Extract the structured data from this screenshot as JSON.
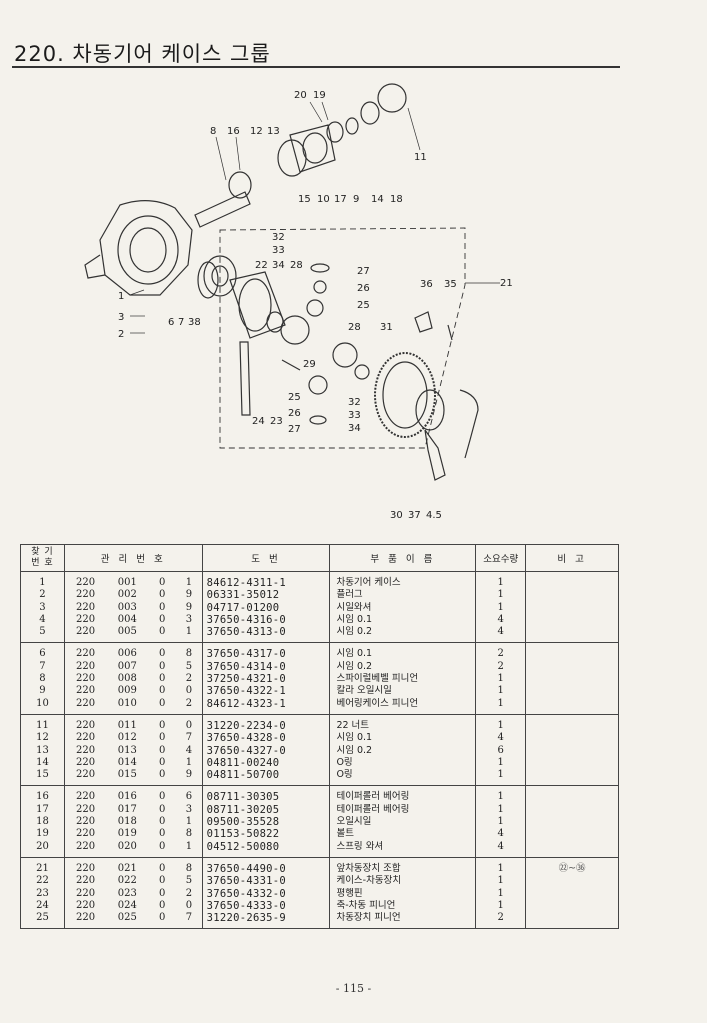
{
  "page": {
    "title": "220. 차동기어 케이스 그룹",
    "page_number": "- 115 -"
  },
  "diagram_labels": [
    "20",
    "19",
    "8",
    "16",
    "12",
    "13",
    "11",
    "15",
    "10",
    "17",
    "9",
    "14",
    "18",
    "32",
    "33",
    "22",
    "34",
    "28",
    "27",
    "26",
    "25",
    "36",
    "35",
    "21",
    "1",
    "3",
    "2",
    "6",
    "7",
    "38",
    "28",
    "31",
    "29",
    "32",
    "33",
    "34",
    "25",
    "26",
    "27",
    "24",
    "23",
    "30",
    "37",
    "4.5"
  ],
  "table": {
    "headers": {
      "no": "찾 기\n번 호",
      "mgmt": "관 리 번 호",
      "drawing": "도 번",
      "name": "부 품 이 름",
      "qty": "소요수량",
      "remark": "비 고"
    },
    "rows": [
      {
        "no": "1",
        "a": "220",
        "b": "001",
        "c": "0",
        "d": "1",
        "drawing": "84612-4311-1",
        "name": "차동기어 케이스",
        "qty": "1",
        "remark": ""
      },
      {
        "no": "2",
        "a": "220",
        "b": "002",
        "c": "0",
        "d": "9",
        "drawing": "06331-35012",
        "name": "플러그",
        "qty": "1",
        "remark": ""
      },
      {
        "no": "3",
        "a": "220",
        "b": "003",
        "c": "0",
        "d": "9",
        "drawing": "04717-01200",
        "name": "시일와셔",
        "qty": "1",
        "remark": ""
      },
      {
        "no": "4",
        "a": "220",
        "b": "004",
        "c": "0",
        "d": "3",
        "drawing": "37650-4316-0",
        "name": "시임 0.1",
        "qty": "4",
        "remark": ""
      },
      {
        "no": "5",
        "a": "220",
        "b": "005",
        "c": "0",
        "d": "1",
        "drawing": "37650-4313-0",
        "name": "시임 0.2",
        "qty": "4",
        "remark": ""
      },
      {
        "no": "6",
        "a": "220",
        "b": "006",
        "c": "0",
        "d": "8",
        "drawing": "37650-4317-0",
        "name": "시임 0.1",
        "qty": "2",
        "remark": ""
      },
      {
        "no": "7",
        "a": "220",
        "b": "007",
        "c": "0",
        "d": "5",
        "drawing": "37650-4314-0",
        "name": "시임 0.2",
        "qty": "2",
        "remark": ""
      },
      {
        "no": "8",
        "a": "220",
        "b": "008",
        "c": "0",
        "d": "2",
        "drawing": "37250-4321-0",
        "name": "스파이럴베벨 피니언",
        "qty": "1",
        "remark": ""
      },
      {
        "no": "9",
        "a": "220",
        "b": "009",
        "c": "0",
        "d": "0",
        "drawing": "37650-4322-1",
        "name": "칼라 오일시일",
        "qty": "1",
        "remark": ""
      },
      {
        "no": "10",
        "a": "220",
        "b": "010",
        "c": "0",
        "d": "2",
        "drawing": "84612-4323-1",
        "name": "베어링케이스 피니언",
        "qty": "1",
        "remark": ""
      },
      {
        "no": "11",
        "a": "220",
        "b": "011",
        "c": "0",
        "d": "0",
        "drawing": "31220-2234-0",
        "name": "22 너트",
        "qty": "1",
        "remark": ""
      },
      {
        "no": "12",
        "a": "220",
        "b": "012",
        "c": "0",
        "d": "7",
        "drawing": "37650-4328-0",
        "name": "시임 0.1",
        "qty": "4",
        "remark": ""
      },
      {
        "no": "13",
        "a": "220",
        "b": "013",
        "c": "0",
        "d": "4",
        "drawing": "37650-4327-0",
        "name": "시임 0.2",
        "qty": "6",
        "remark": ""
      },
      {
        "no": "14",
        "a": "220",
        "b": "014",
        "c": "0",
        "d": "1",
        "drawing": "04811-00240",
        "name": "O링",
        "qty": "1",
        "remark": ""
      },
      {
        "no": "15",
        "a": "220",
        "b": "015",
        "c": "0",
        "d": "9",
        "drawing": "04811-50700",
        "name": "O링",
        "qty": "1",
        "remark": ""
      },
      {
        "no": "16",
        "a": "220",
        "b": "016",
        "c": "0",
        "d": "6",
        "drawing": "08711-30305",
        "name": "테이퍼롤러 베어링",
        "qty": "1",
        "remark": ""
      },
      {
        "no": "17",
        "a": "220",
        "b": "017",
        "c": "0",
        "d": "3",
        "drawing": "08711-30205",
        "name": "테이퍼롤러 베어링",
        "qty": "1",
        "remark": ""
      },
      {
        "no": "18",
        "a": "220",
        "b": "018",
        "c": "0",
        "d": "1",
        "drawing": "09500-35528",
        "name": "오일시일",
        "qty": "1",
        "remark": ""
      },
      {
        "no": "19",
        "a": "220",
        "b": "019",
        "c": "0",
        "d": "8",
        "drawing": "01153-50822",
        "name": "볼트",
        "qty": "4",
        "remark": ""
      },
      {
        "no": "20",
        "a": "220",
        "b": "020",
        "c": "0",
        "d": "1",
        "drawing": "04512-50080",
        "name": "스프링 와셔",
        "qty": "4",
        "remark": ""
      },
      {
        "no": "21",
        "a": "220",
        "b": "021",
        "c": "0",
        "d": "8",
        "drawing": "37650-4490-0",
        "name": "앞차동장치 조합",
        "qty": "1",
        "remark": "㉒~㊱"
      },
      {
        "no": "22",
        "a": "220",
        "b": "022",
        "c": "0",
        "d": "5",
        "drawing": "37650-4331-0",
        "name": "케이스-차동장치",
        "qty": "1",
        "remark": ""
      },
      {
        "no": "23",
        "a": "220",
        "b": "023",
        "c": "0",
        "d": "2",
        "drawing": "37650-4332-0",
        "name": "평행핀",
        "qty": "1",
        "remark": ""
      },
      {
        "no": "24",
        "a": "220",
        "b": "024",
        "c": "0",
        "d": "0",
        "drawing": "37650-4333-0",
        "name": "축-차동 피니언",
        "qty": "1",
        "remark": ""
      },
      {
        "no": "25",
        "a": "220",
        "b": "025",
        "c": "0",
        "d": "7",
        "drawing": "31220-2635-9",
        "name": "차동장치 피니언",
        "qty": "2",
        "remark": ""
      }
    ]
  }
}
